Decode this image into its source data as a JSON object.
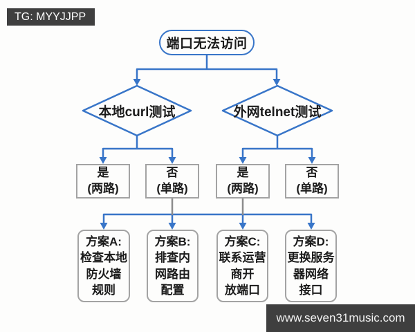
{
  "badges": {
    "top_left": "TG: MYYJJPP",
    "bottom_right": "www.seven31music.com"
  },
  "colors": {
    "accent_blue": "#3875c8",
    "box_border_gray": "#a3a3a3",
    "connector_gray": "#8c8c8c",
    "badge_background": "#3f3f3f",
    "badge_text": "#ffffff",
    "node_text": "#1b1b1b",
    "background": "#fdfdfc"
  },
  "flowchart": {
    "start": {
      "label": "端口无法访问"
    },
    "decisions": [
      {
        "label": "本地curl测试"
      },
      {
        "label": "外网telnet测试"
      }
    ],
    "results": [
      {
        "label": "是\n(两路)"
      },
      {
        "label": "否\n(单路)"
      },
      {
        "label": "是\n(两路)"
      },
      {
        "label": "否\n(单路)"
      }
    ],
    "plans": [
      {
        "label": "方案A:\n检查本地\n防火墙\n规则"
      },
      {
        "label": "方案B:\n排查内\n网路由\n配置"
      },
      {
        "label": "方案C:\n联系运营\n商开\n放端口"
      },
      {
        "label": "方案D:\n更换服务\n器网络\n接口"
      }
    ]
  }
}
